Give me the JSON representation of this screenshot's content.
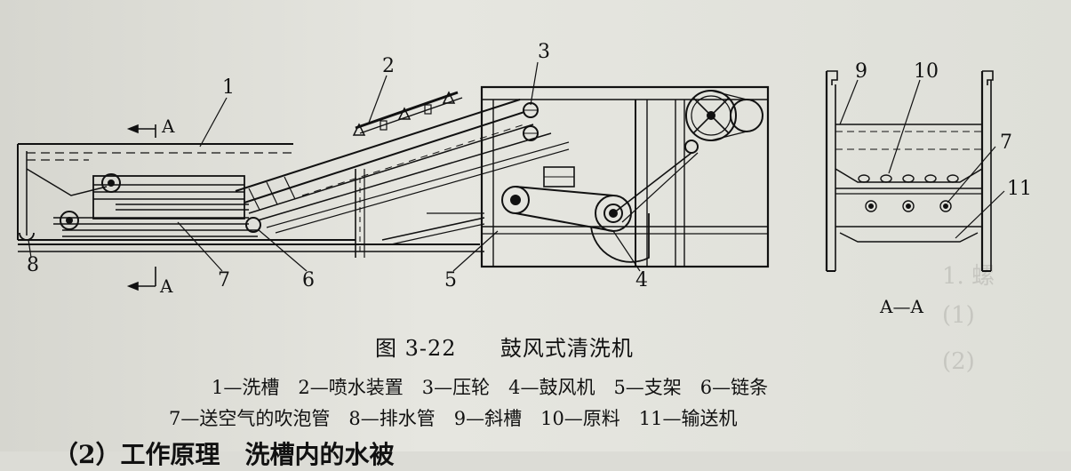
{
  "figure": {
    "number": "图 3-22",
    "title": "鼓风式清洗机",
    "legend_line1": "1—洗槽　2—喷水装置　3—压轮　4—鼓风机　5—支架　6—链条",
    "legend_line2": "7—送空气的吹泡管　8—排水管　9—斜槽　10—原料　11—输送机"
  },
  "callouts": {
    "c1": "1",
    "c2": "2",
    "c3": "3",
    "c4": "4",
    "c5": "5",
    "c6": "6",
    "c7": "7",
    "c8": "8",
    "c9": "9",
    "c10": "10",
    "c7b": "7",
    "c11": "11"
  },
  "section": {
    "arrow_top": "A",
    "arrow_bottom": "A",
    "view_label": "A—A"
  },
  "bottom_text": "（2）工作原理　洗槽内的水被"
}
